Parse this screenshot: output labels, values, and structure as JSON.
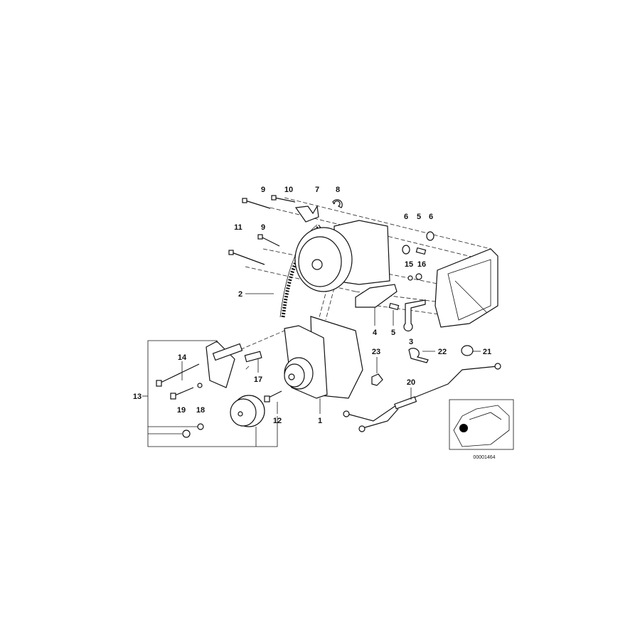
{
  "diagram": {
    "callouts": [
      "9",
      "10",
      "7",
      "8",
      "11",
      "9",
      "6",
      "5",
      "6",
      "15",
      "16",
      "2",
      "4",
      "5",
      "3",
      "23",
      "22",
      "21",
      "14",
      "17",
      "13",
      "20",
      "19",
      "18",
      "12",
      "1"
    ],
    "drawing_code": "00001464",
    "inset_marker_color": "#000000"
  }
}
